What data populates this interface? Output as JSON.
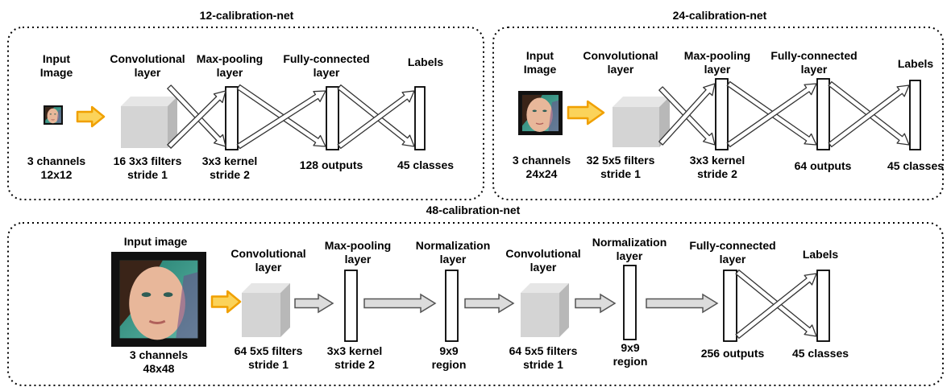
{
  "diagrams": {
    "net12": {
      "title": "12-calibration-net",
      "headers": {
        "input": [
          "Input",
          "Image"
        ],
        "conv": [
          "Convolutional",
          "layer"
        ],
        "pool": [
          "Max-pooling",
          "layer"
        ],
        "fc": [
          "Fully-connected",
          "layer"
        ],
        "labels": [
          "Labels"
        ]
      },
      "captions": {
        "input": [
          "3 channels",
          "12x12"
        ],
        "conv": [
          "16 3x3 filters",
          "stride 1"
        ],
        "pool": [
          "3x3 kernel",
          "stride 2"
        ],
        "fc": [
          "128 outputs"
        ],
        "labels": [
          "45 classes"
        ]
      }
    },
    "net24": {
      "title": "24-calibration-net",
      "headers": {
        "input": [
          "Input",
          "Image"
        ],
        "conv": [
          "Convolutional",
          "layer"
        ],
        "pool": [
          "Max-pooling",
          "layer"
        ],
        "fc": [
          "Fully-connected",
          "layer"
        ],
        "labels": [
          "Labels"
        ]
      },
      "captions": {
        "input": [
          "3 channels",
          "24x24"
        ],
        "conv": [
          "32 5x5 filters",
          "stride 1"
        ],
        "pool": [
          "3x3 kernel",
          "stride 2"
        ],
        "fc": [
          "64 outputs"
        ],
        "labels": [
          "45 classes"
        ]
      }
    },
    "net48": {
      "title": "48-calibration-net",
      "headers": {
        "input": [
          "Input image"
        ],
        "conv1": [
          "Convolutional",
          "layer"
        ],
        "pool": [
          "Max-pooling",
          "layer"
        ],
        "norm1": [
          "Normalization",
          "layer"
        ],
        "conv2": [
          "Convolutional",
          "layer"
        ],
        "norm2": [
          "Normalization",
          "layer"
        ],
        "fc": [
          "Fully-connected",
          "layer"
        ],
        "labels": [
          "Labels"
        ]
      },
      "captions": {
        "input": [
          "3 channels",
          "48x48"
        ],
        "conv1": [
          "64 5x5 filters",
          "stride 1"
        ],
        "pool": [
          "3x3 kernel",
          "stride 2"
        ],
        "norm1": [
          "9x9",
          "region"
        ],
        "conv2": [
          "64 5x5 filters",
          "stride 1"
        ],
        "norm2": [
          "9x9",
          "region"
        ],
        "fc": [
          "256 outputs"
        ],
        "labels": [
          "45 classes"
        ]
      }
    }
  },
  "colors": {
    "arrow_orange_stroke": "#f0a000",
    "arrow_orange_fill": "#fbd35a",
    "cube_front": "#d4d4d4",
    "cube_side": "#b8b8b8",
    "cube_top": "#e6e6e6",
    "gray_arrow_fill": "#dcdcdc",
    "face_bg": "#2a8a7a",
    "face_skin": "#e8b79a",
    "face_hair": "#3a2418"
  },
  "icons": {
    "input_image": "face-photo",
    "input_arrow": "orange-arrow",
    "conv": "gray-cube",
    "layer": "vertical-rectangle"
  }
}
